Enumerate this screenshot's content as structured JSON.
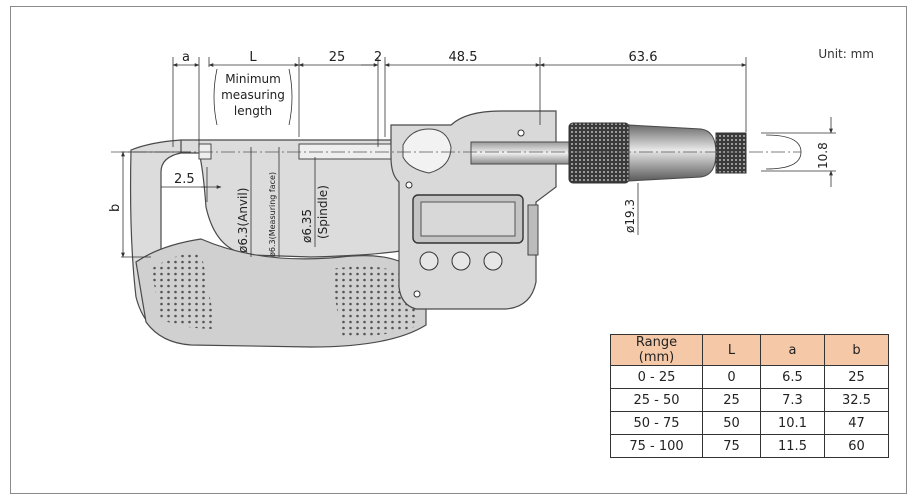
{
  "unit_label": "Unit: mm",
  "dimensions": {
    "a": "a",
    "L": "L",
    "d25": "25",
    "d2": "2",
    "d48_5": "48.5",
    "d63_6": "63.6",
    "d10_8": "10.8",
    "d2_5": "2.5",
    "b": "b",
    "min_len_1": "Minimum",
    "min_len_2": "measuring",
    "min_len_3": "length",
    "anvil_dia": "ø6.3(Anvil)",
    "face_dia": "ø6.3(Measuring face)",
    "spindle_dia": "ø6.35",
    "spindle_word": "(Spindle)",
    "thimble_dia": "ø19.3"
  },
  "table": {
    "headers": [
      "Range (mm)",
      "L",
      "a",
      "b"
    ],
    "rows": [
      [
        "0 - 25",
        "0",
        "6.5",
        "25"
      ],
      [
        "25 - 50",
        "25",
        "7.3",
        "32.5"
      ],
      [
        "50 - 75",
        "50",
        "10.1",
        "47"
      ],
      [
        "75 - 100",
        "75",
        "11.5",
        "60"
      ]
    ]
  },
  "colors": {
    "header_fill": "#f5c9a8",
    "frame_fill": "#dcdcdc",
    "frame_stroke": "#4a4a4a"
  }
}
